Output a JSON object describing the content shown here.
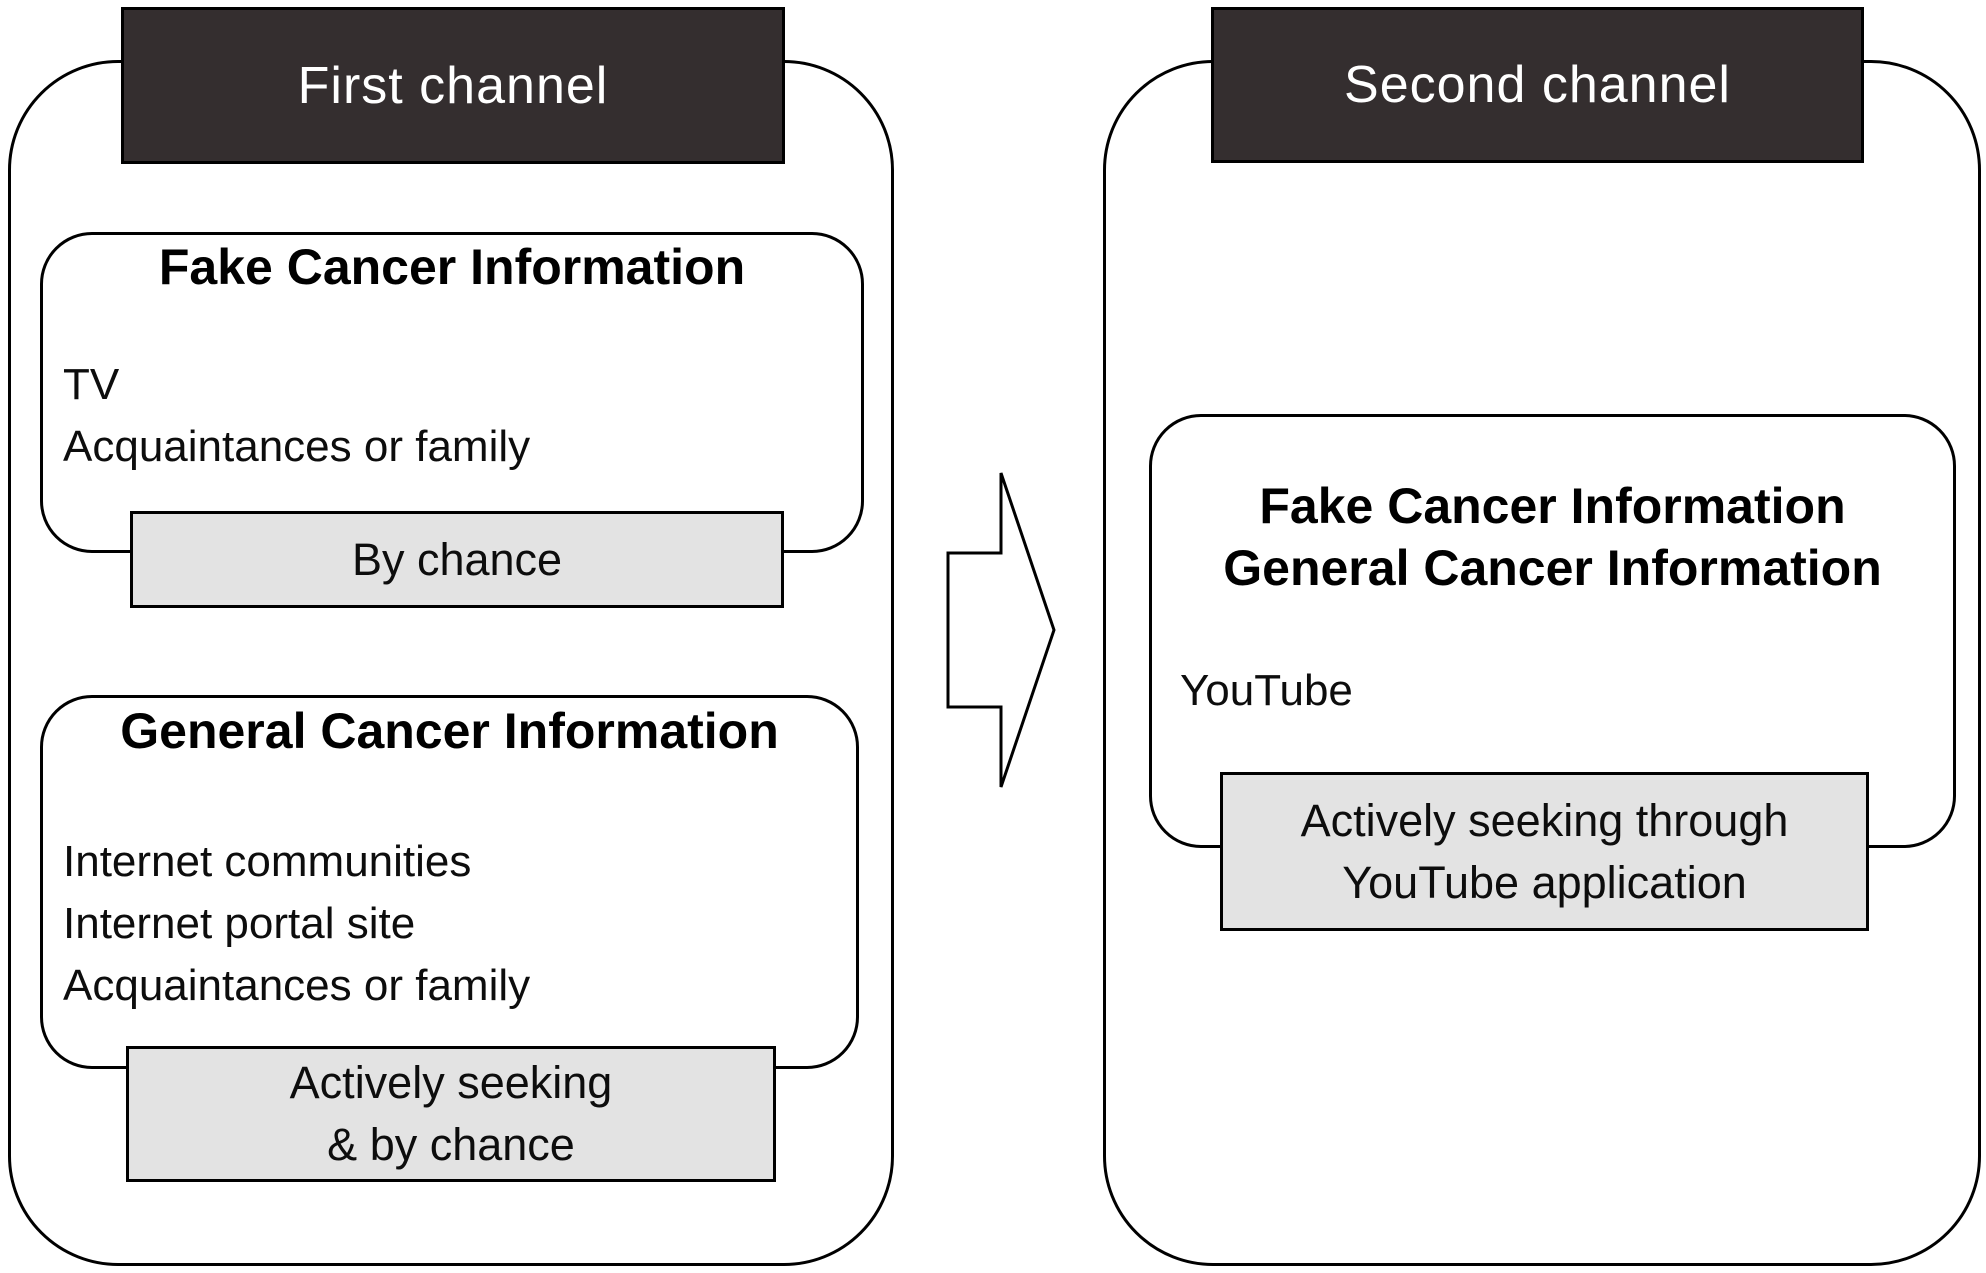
{
  "figure": {
    "left_channel": {
      "header_label": "First channel",
      "fake_box": {
        "title": "Fake Cancer Information",
        "items": [
          "TV",
          "Acquaintances or family"
        ],
        "tag_lines": [
          "By chance"
        ]
      },
      "general_box": {
        "title": "General Cancer Information",
        "items": [
          "Internet communities",
          "Internet portal site",
          "Acquaintances or family"
        ],
        "tag_lines": [
          "Actively seeking",
          "& by chance"
        ]
      }
    },
    "right_channel": {
      "header_label": "Second channel",
      "combined_box": {
        "title_lines": [
          "Fake Cancer Information",
          "General Cancer Information"
        ],
        "items": [
          "YouTube"
        ],
        "tag_lines": [
          "Actively seeking through",
          "YouTube application"
        ]
      }
    },
    "colors": {
      "header_bg": "#342e2f",
      "header_text": "#ffffff",
      "tag_bg": "#e3e3e3",
      "outline": "#000000",
      "text": "#0d0d0d",
      "background": "#ffffff"
    }
  }
}
